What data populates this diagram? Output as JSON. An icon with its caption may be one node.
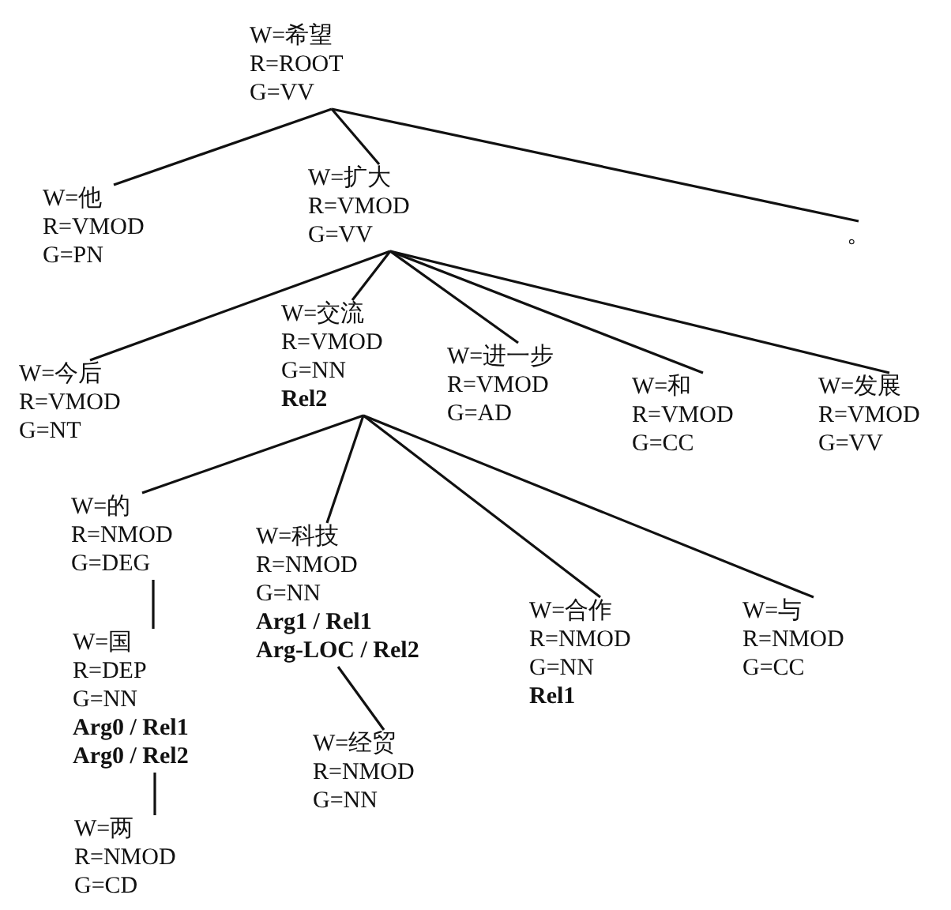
{
  "diagram": {
    "nodes": [
      {
        "text": [
          "W=希望",
          "R=ROOT",
          "G=VV"
        ]
      },
      {
        "text": [
          "W=他",
          "R=VMOD",
          "G=PN"
        ]
      },
      {
        "text": [
          "W=扩大",
          "R=VMOD",
          "G=VV"
        ]
      },
      {
        "text": [
          "。"
        ]
      },
      {
        "text": [
          "W=今后",
          "R=VMOD",
          "G=NT"
        ]
      },
      {
        "text": [
          "W=交流",
          "R=VMOD",
          "G=NN",
          "Rel2"
        ]
      },
      {
        "text": [
          "W=进一步",
          "R=VMOD",
          "G=AD"
        ]
      },
      {
        "text": [
          "W=和",
          "R=VMOD",
          "G=CC"
        ]
      },
      {
        "text": [
          "W=发展",
          "R=VMOD",
          "G=VV"
        ]
      },
      {
        "text": [
          "W=的",
          "R=NMOD",
          "G=DEG"
        ]
      },
      {
        "text": [
          "W=科技",
          "R=NMOD",
          "G=NN",
          "Arg1 / Rel1",
          "Arg-LOC / Rel2"
        ]
      },
      {
        "text": [
          "W=合作",
          "R=NMOD",
          "G=NN",
          "Rel1"
        ]
      },
      {
        "text": [
          "W=与",
          "R=NMOD",
          "G=CC"
        ]
      },
      {
        "text": [
          "W=国",
          "R=DEP",
          "G=NN",
          "Arg0 / Rel1",
          "Arg0 / Rel2"
        ]
      },
      {
        "text": [
          "W=经贸",
          "R=NMOD",
          "G=NN"
        ]
      },
      {
        "text": [
          "W=两",
          "R=NMOD",
          "G=CD"
        ]
      }
    ],
    "edges": [
      {
        "from": 0,
        "to": 1,
        "arrow": "none"
      },
      {
        "from": 0,
        "to": 2,
        "arrow": "none"
      },
      {
        "from": 0,
        "to": 3,
        "arrow": "none"
      },
      {
        "from": 2,
        "to": 4,
        "arrow": "none"
      },
      {
        "from": 2,
        "to": 5,
        "arrow": "none"
      },
      {
        "from": 2,
        "to": 6,
        "arrow": "none"
      },
      {
        "from": 2,
        "to": 7,
        "arrow": "none"
      },
      {
        "from": 2,
        "to": 8,
        "arrow": "none"
      },
      {
        "from": 5,
        "to": 9,
        "arrow": "none"
      },
      {
        "from": 5,
        "to": 10,
        "arrow": "none"
      },
      {
        "from": 5,
        "to": 11,
        "arrow": "none"
      },
      {
        "from": 5,
        "to": 12,
        "arrow": "none"
      },
      {
        "from": 9,
        "to": 13,
        "arrow": "none"
      },
      {
        "from": 13,
        "to": 15,
        "arrow": "none"
      },
      {
        "from": 10,
        "to": 14,
        "arrow": "none"
      }
    ]
  }
}
